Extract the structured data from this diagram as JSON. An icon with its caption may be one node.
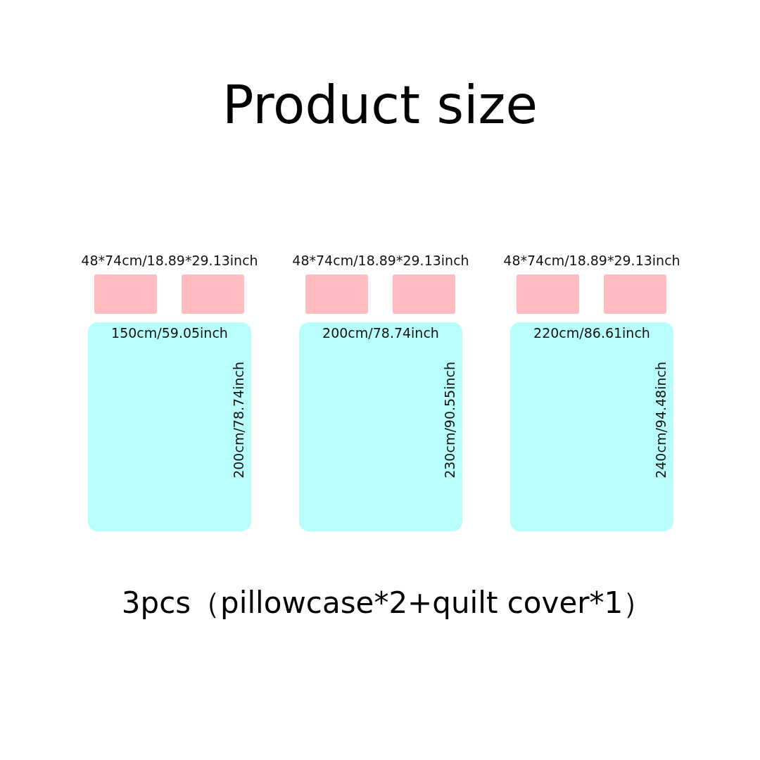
{
  "diagram": {
    "title": "Product size",
    "caption": "3pcs（pillowcase*2+quilt cover*1）",
    "nodes": [
      {
        "text": [],
        "shape": "box"
      },
      {
        "text": [],
        "shape": "box"
      },
      {
        "text": [
          "150cm/59.05inch",
          "200cm/78.74inch"
        ]
      },
      {
        "text": [],
        "shape": "box"
      },
      {
        "text": [],
        "shape": "box"
      },
      {
        "text": [
          "200cm/78.74inch",
          "230cm/90.55inch"
        ]
      },
      {
        "text": [],
        "shape": "box"
      },
      {
        "text": [],
        "shape": "box"
      },
      {
        "text": [
          "220cm/86.61inch",
          "240cm/94.48inch"
        ]
      }
    ],
    "labels": [
      "48*74cm/18.89*29.13inch",
      "48*74cm/18.89*29.13inch",
      "48*74cm/18.89*29.13inch"
    ]
  }
}
